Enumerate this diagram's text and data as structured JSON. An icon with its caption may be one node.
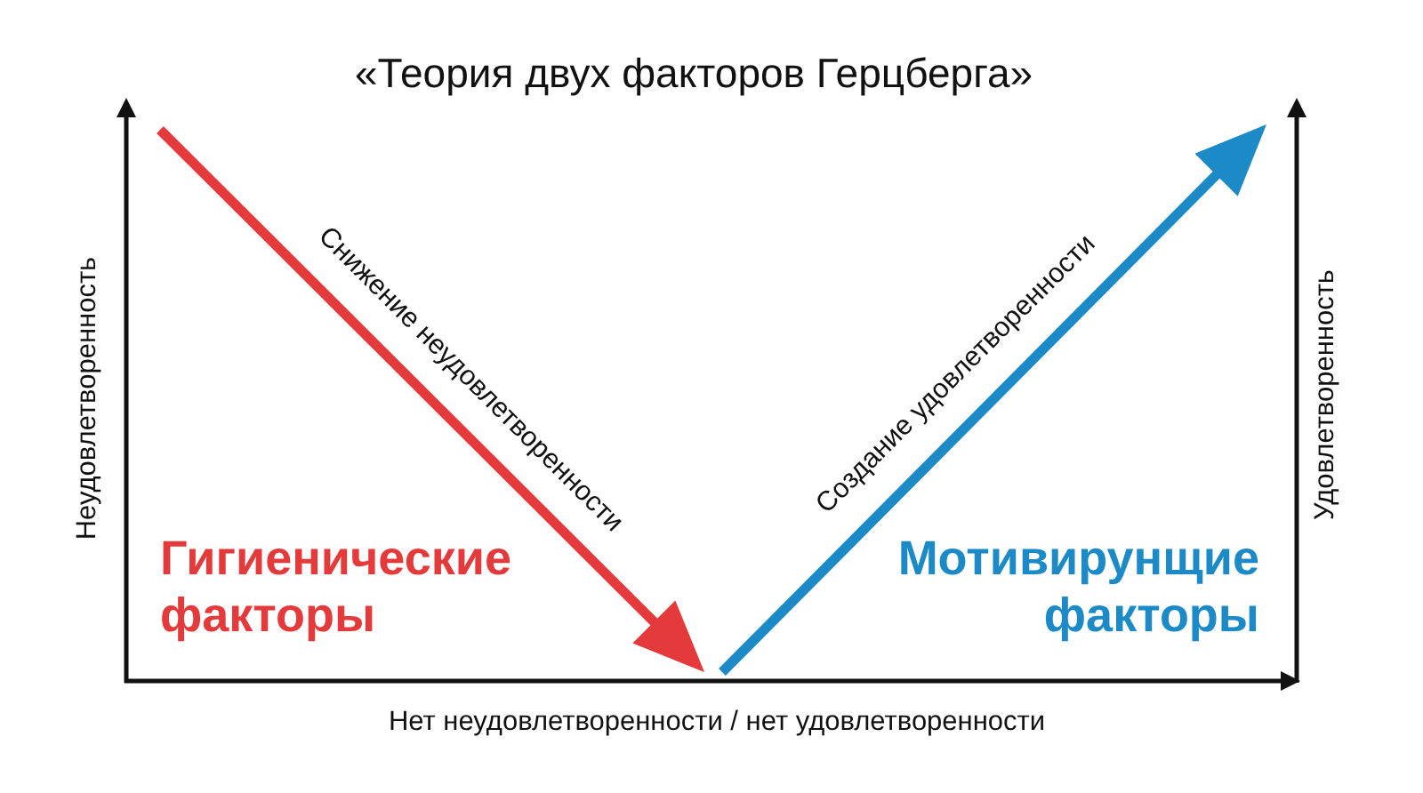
{
  "diagram": {
    "title": "«Теория двух факторов Герцберга»",
    "labels": [
      "Неудовлетворенность",
      "Снижение неудовлетворенности",
      "Создание удовлетворенности",
      "Удовлетворенность",
      "Гигиенические факторы",
      "Мотивирунщие факторы",
      "Нет неудовлетворенности / нет удовлетворенности"
    ]
  }
}
